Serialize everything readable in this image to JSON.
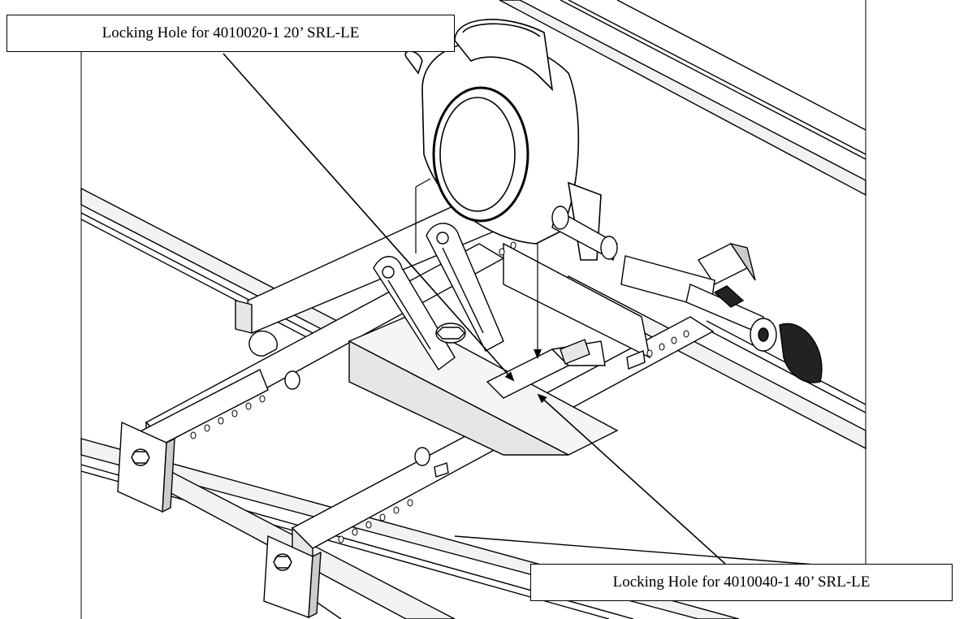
{
  "figure": {
    "kind": "technical line drawing",
    "subject": "SRL-LE retractable lifeline mounting bracket on rails",
    "colors": {
      "line": "#000000",
      "background": "#ffffff",
      "shade": "#e6e6e6",
      "dark": "#222222"
    },
    "icons": [
      "arrow-icon",
      "srl-housing-icon",
      "d-ring-icon",
      "snap-hook-icon",
      "pin-icon"
    ]
  },
  "callouts": {
    "top_label": "Locking Hole for 4010020-1 20’ SRL-LE",
    "bottom_label": "Locking Hole for 4010040-1 40’ SRL-LE"
  }
}
